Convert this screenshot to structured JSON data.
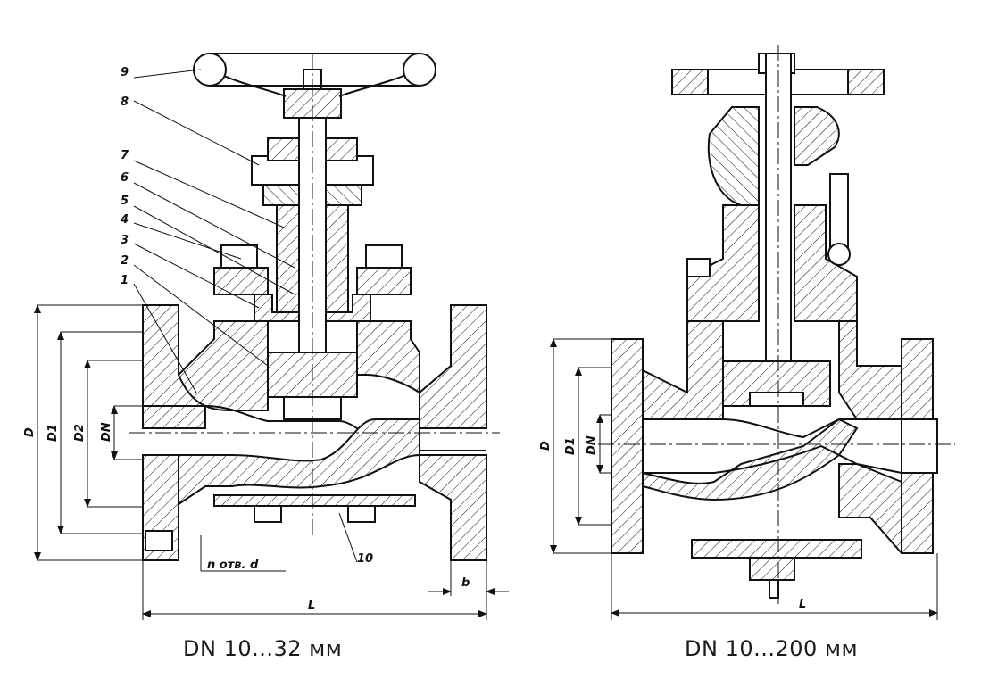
{
  "left_drawing": {
    "caption": "DN 10...32 мм",
    "part_labels": [
      "1",
      "2",
      "3",
      "4",
      "5",
      "6",
      "7",
      "8",
      "9",
      "10"
    ],
    "dimension_labels": {
      "D": "D",
      "D1": "D1",
      "D2": "D2",
      "DN": "DN",
      "L": "L",
      "b": "b",
      "holes": "n отв. d"
    }
  },
  "right_drawing": {
    "caption": "DN 10...200 мм",
    "dimension_labels": {
      "D": "D",
      "D1": "D1",
      "DN": "DN",
      "L": "L"
    }
  }
}
